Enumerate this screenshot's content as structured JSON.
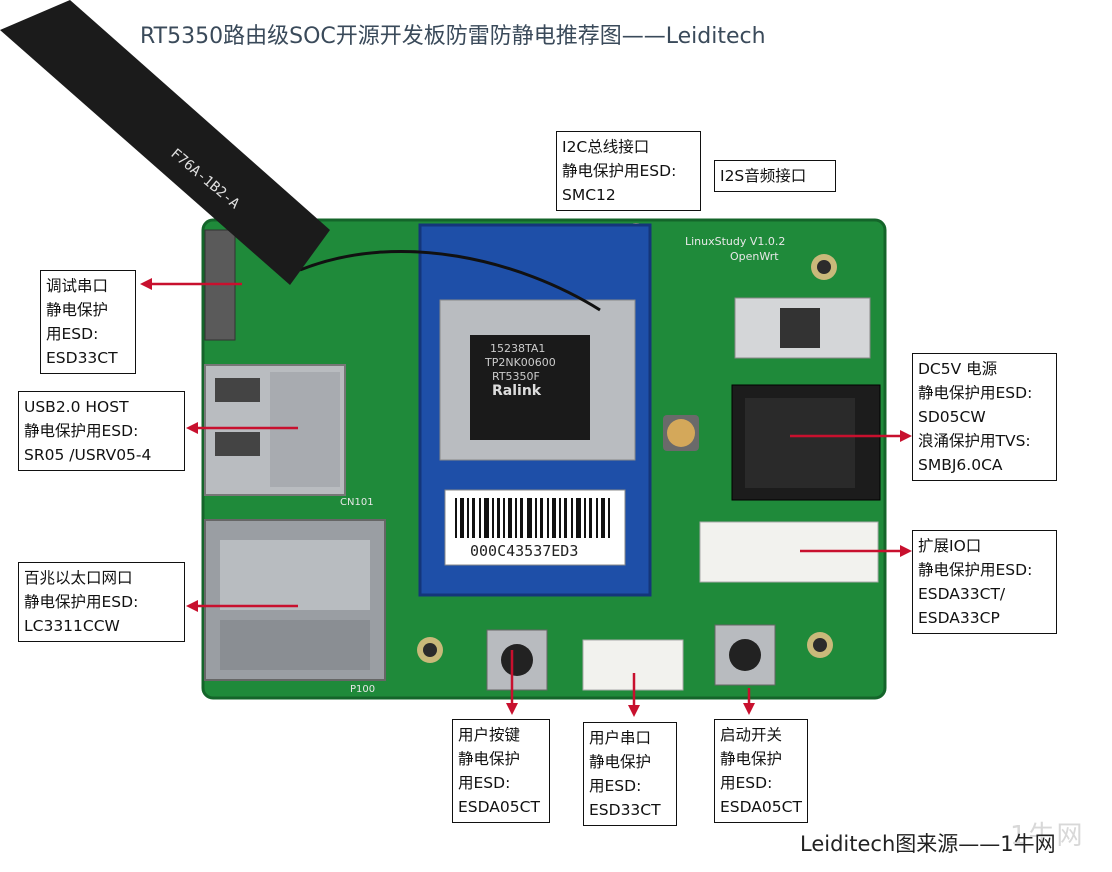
{
  "title": "RT5350路由级SOC开源开发板防雷防静电推荐图——Leiditech",
  "source": "Leiditech图来源——1牛网",
  "watermark": "1牛网",
  "colors": {
    "arrow": "#c8102e",
    "pcb": "#1f8a3a"
  },
  "board_text": {
    "antenna_label": "F76A-1B2-A",
    "module_brand": "Ralink",
    "module_chip": "RT5350F",
    "module_lot": "TP2NK00600",
    "module_date": "15238TA1",
    "module_mac": "000C43537ED3",
    "board_name": "LinuxStudy V1.0.2",
    "board_sub": "OpenWrt",
    "silk_cn101": "CN101",
    "silk_p100": "P100"
  },
  "callouts": {
    "debug": [
      "调试串口",
      "静电保护",
      "用ESD:",
      "ESD33CT"
    ],
    "usb": [
      "USB2.0 HOST",
      "静电保护用ESD:",
      "SR05 /USRV05-4"
    ],
    "ethernet": [
      "百兆以太口网口",
      "静电保护用ESD:",
      "LC3311CCW"
    ],
    "i2c": [
      "I2C总线接口",
      "静电保护用ESD:",
      "SMC12"
    ],
    "i2s": [
      "I2S音频接口"
    ],
    "dc": [
      "DC5V 电源",
      "静电保护用ESD:",
      "SD05CW",
      "浪涌保护用TVS:",
      "SMBJ6.0CA"
    ],
    "io": [
      "扩展IO口",
      "静电保护用ESD:",
      "ESDA33CT/",
      "ESDA33CP"
    ],
    "user_key": [
      "用户按键",
      "静电保护",
      "用ESD:",
      "ESDA05CT"
    ],
    "user_uart": [
      "用户串口",
      "静电保护",
      "用ESD:",
      "ESD33CT"
    ],
    "power_switch": [
      "启动开关",
      "静电保护",
      "用ESD:",
      "ESDA05CT"
    ]
  }
}
